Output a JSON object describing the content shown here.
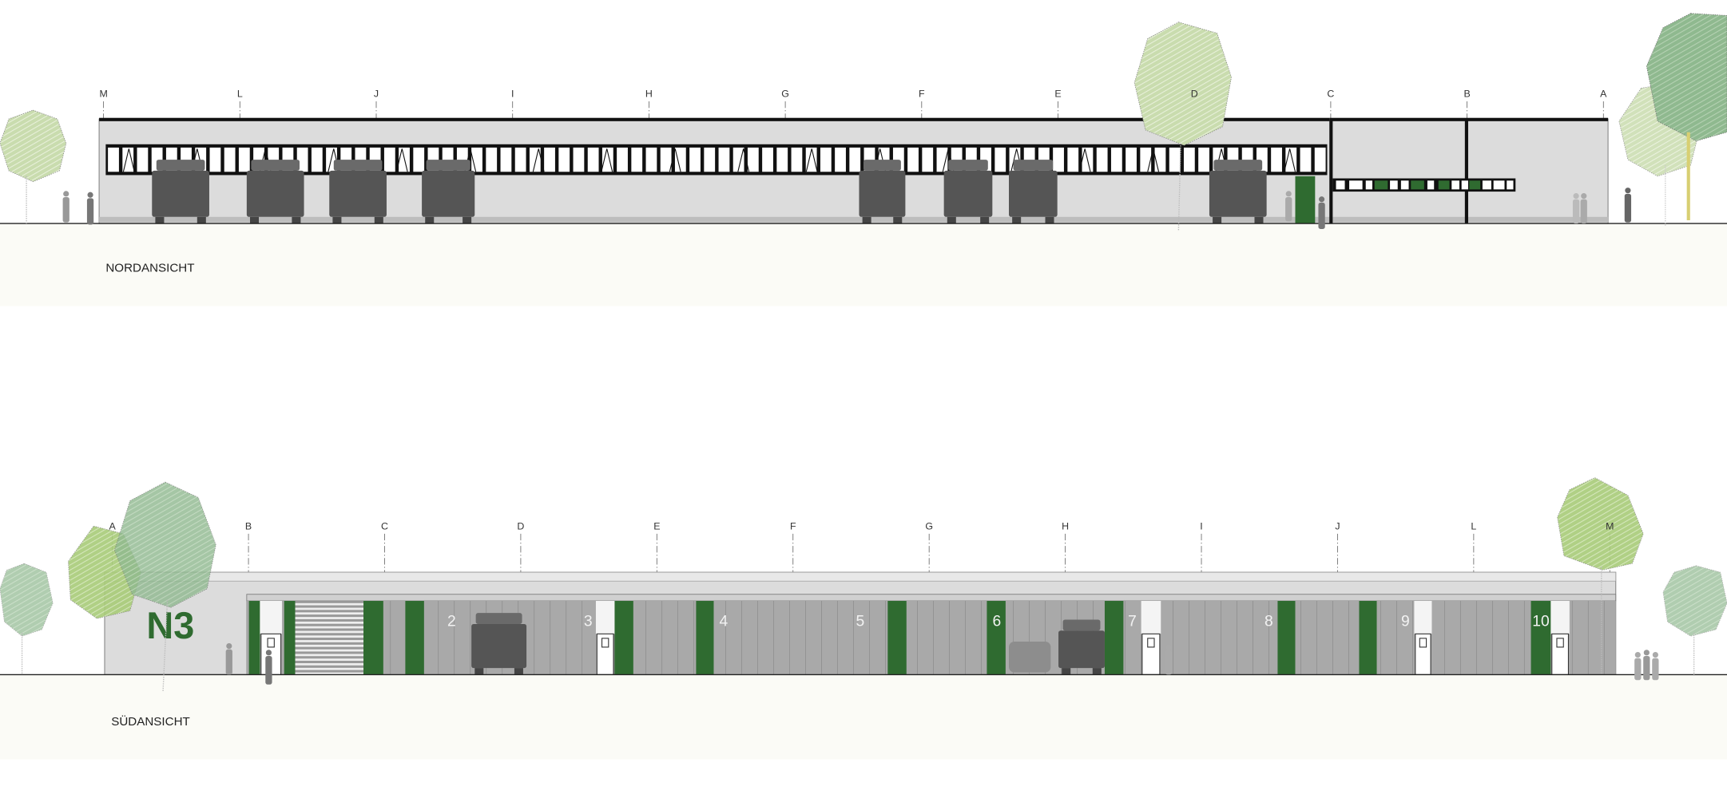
{
  "north_view": {
    "title": "NORDANSICHT",
    "axes": [
      "M",
      "L",
      "J",
      "I",
      "H",
      "G",
      "F",
      "E",
      "D",
      "C",
      "B",
      "A"
    ]
  },
  "south_view": {
    "title": "SÜDANSICHT",
    "building_label": "N3",
    "axes": [
      "A",
      "B",
      "C",
      "D",
      "E",
      "F",
      "G",
      "H",
      "I",
      "J",
      "L",
      "M"
    ],
    "bay_numbers": [
      "2",
      "3",
      "4",
      "5",
      "6",
      "7",
      "8",
      "9",
      "10"
    ]
  },
  "colors": {
    "accent_green": "#2f6b30",
    "facade_gray": "#dcdcdc",
    "panel_gray": "#a9a9a9",
    "ground": "#fbfbf6",
    "vehicle": "#555555"
  }
}
